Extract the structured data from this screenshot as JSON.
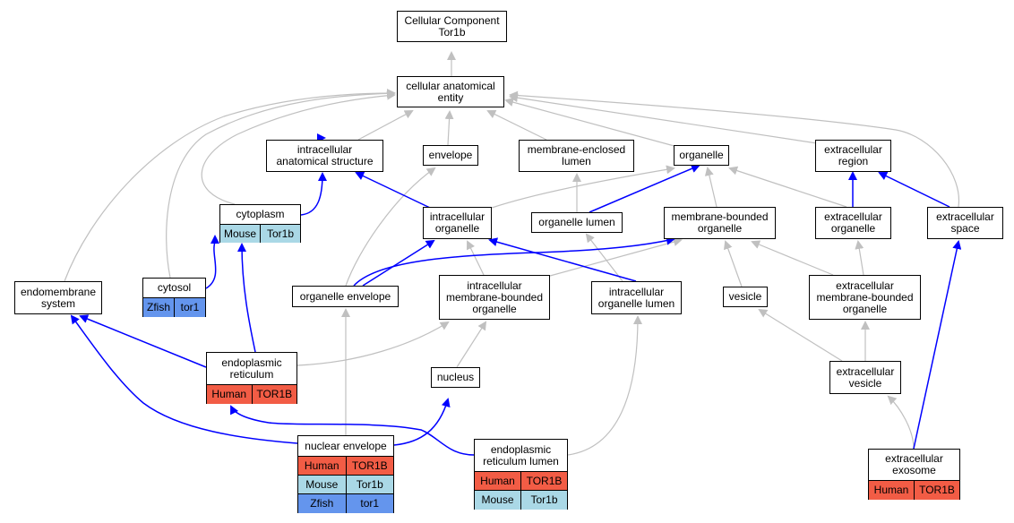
{
  "nodes": {
    "root": {
      "line1": "Cellular Component",
      "line2": "Tor1b"
    },
    "cae": {
      "line1": "cellular anatomical",
      "line2": "entity"
    },
    "ias": {
      "line1": "intracellular",
      "line2": "anatomical structure"
    },
    "envelope": {
      "line1": "envelope"
    },
    "mel": {
      "line1": "membrane-enclosed",
      "line2": "lumen"
    },
    "organelle": {
      "line1": "organelle"
    },
    "ecregion": {
      "line1": "extracellular",
      "line2": "region"
    },
    "cytoplasm": {
      "line1": "cytoplasm",
      "species": "Mouse",
      "gene": "Tor1b"
    },
    "intorg": {
      "line1": "intracellular",
      "line2": "organelle"
    },
    "orglumen": {
      "line1": "organelle lumen"
    },
    "mbo": {
      "line1": "membrane-bounded",
      "line2": "organelle"
    },
    "ecorg": {
      "line1": "extracellular",
      "line2": "organelle"
    },
    "ecspace": {
      "line1": "extracellular",
      "line2": "space"
    },
    "endomem": {
      "line1": "endomembrane",
      "line2": "system"
    },
    "cytosol": {
      "line1": "cytosol",
      "species": "Zfish",
      "gene": "tor1"
    },
    "orgenv": {
      "line1": "organelle envelope"
    },
    "imbo": {
      "line1": "intracellular",
      "line2": "membrane-bounded",
      "line3": "organelle"
    },
    "iol": {
      "line1": "intracellular",
      "line2": "organelle lumen"
    },
    "vesicle": {
      "line1": "vesicle"
    },
    "embo": {
      "line1": "extracellular",
      "line2": "membrane-bounded",
      "line3": "organelle"
    },
    "er": {
      "line1": "endoplasmic",
      "line2": "reticulum",
      "species": "Human",
      "gene": "TOR1B"
    },
    "nucleus": {
      "line1": "nucleus"
    },
    "ecves": {
      "line1": "extracellular",
      "line2": "vesicle"
    },
    "nucenv": {
      "line1": "nuclear envelope",
      "rows": [
        {
          "species": "Human",
          "gene": "TOR1B"
        },
        {
          "species": "Mouse",
          "gene": "Tor1b"
        },
        {
          "species": "Zfish",
          "gene": "tor1"
        }
      ]
    },
    "erl": {
      "line1": "endoplasmic",
      "line2": "reticulum lumen",
      "rows": [
        {
          "species": "Human",
          "gene": "TOR1B"
        },
        {
          "species": "Mouse",
          "gene": "Tor1b"
        }
      ]
    },
    "ecexo": {
      "line1": "extracellular",
      "line2": "exosome",
      "species": "Human",
      "gene": "TOR1B"
    }
  },
  "colors": {
    "gray_edge": "#c0c0c0",
    "blue_edge": "#0000ff",
    "human": "#f25c45",
    "mouse": "#aad8e6",
    "zfish": "#6495ed"
  }
}
